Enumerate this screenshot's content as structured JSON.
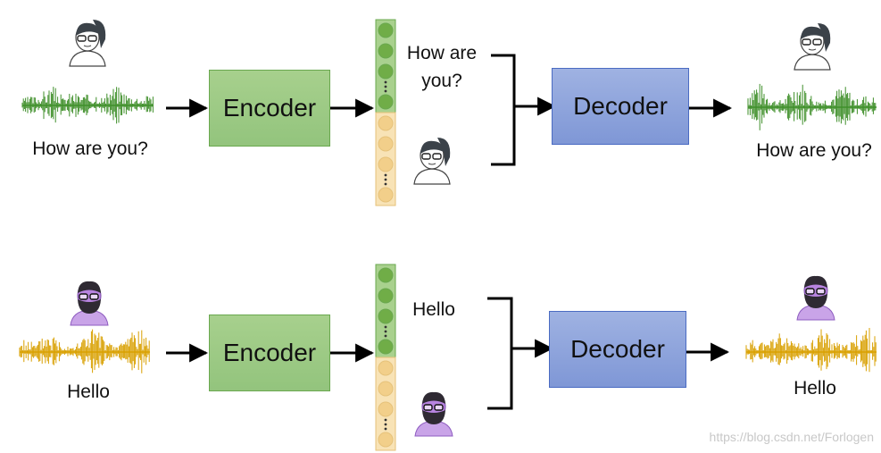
{
  "rows": [
    {
      "id": "top",
      "input_caption": "How are you?",
      "encoder_label": "Encoder",
      "content_caption_line1": "How are you?",
      "decoder_label": "Decoder",
      "output_caption": "How are you?",
      "wave_color": "#3f8f2a",
      "speaker": "woman-glasses"
    },
    {
      "id": "bottom",
      "input_caption": "Hello",
      "encoder_label": "Encoder",
      "content_caption_line1": "Hello",
      "decoder_label": "Decoder",
      "output_caption": "Hello",
      "wave_color": "#d9a000",
      "speaker": "man-beard"
    }
  ],
  "top_content_lines": [
    "How are",
    "you?"
  ],
  "watermark": "https://blog.csdn.net/Forlogen",
  "colors": {
    "encoder_fill": "#9fcb86",
    "decoder_fill": "#8ea4dc",
    "content_column": "#a9d18e",
    "content_dot": "#70ad47",
    "speaker_column": "#f8e3b6",
    "speaker_dot": "#f2cf8a"
  }
}
